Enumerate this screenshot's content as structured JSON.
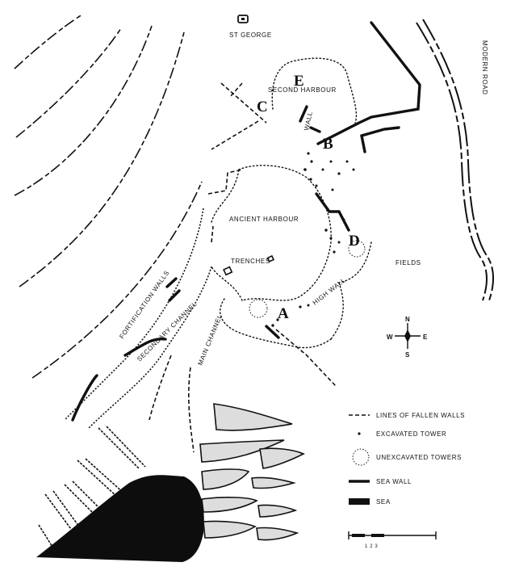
{
  "map": {
    "labels": {
      "st_george": "ST GEORGE",
      "second_harbour": "SECOND HARBOUR",
      "wall": "WALL",
      "ancient_harbour": "ANCIENT HARBOUR",
      "trenches": "TRENCHES",
      "fields": "FIELDS",
      "high_wall": "HIGH WALL",
      "main_channel": "MAIN CHANNEL",
      "secondary_channel": "SECONDARY CHANNEL",
      "fortification_walls": "FORTIFICATION WALLS",
      "modern_road": "MODERN ROAD"
    },
    "letters": {
      "a": "A",
      "b": "B",
      "c": "C",
      "d": "D",
      "e": "E"
    },
    "compass": {
      "n": "N",
      "s": "S",
      "e": "E",
      "w": "W"
    },
    "legend": {
      "fallen_walls": "LINES OF FALLEN WALLS",
      "excavated_tower": "EXCAVATED TOWER",
      "unexcavated_towers": "UNEXCAVATED TOWERS",
      "sea_wall": "SEA WALL",
      "sea": "SEA"
    },
    "scale": {
      "ticks": "1 2 3"
    }
  }
}
